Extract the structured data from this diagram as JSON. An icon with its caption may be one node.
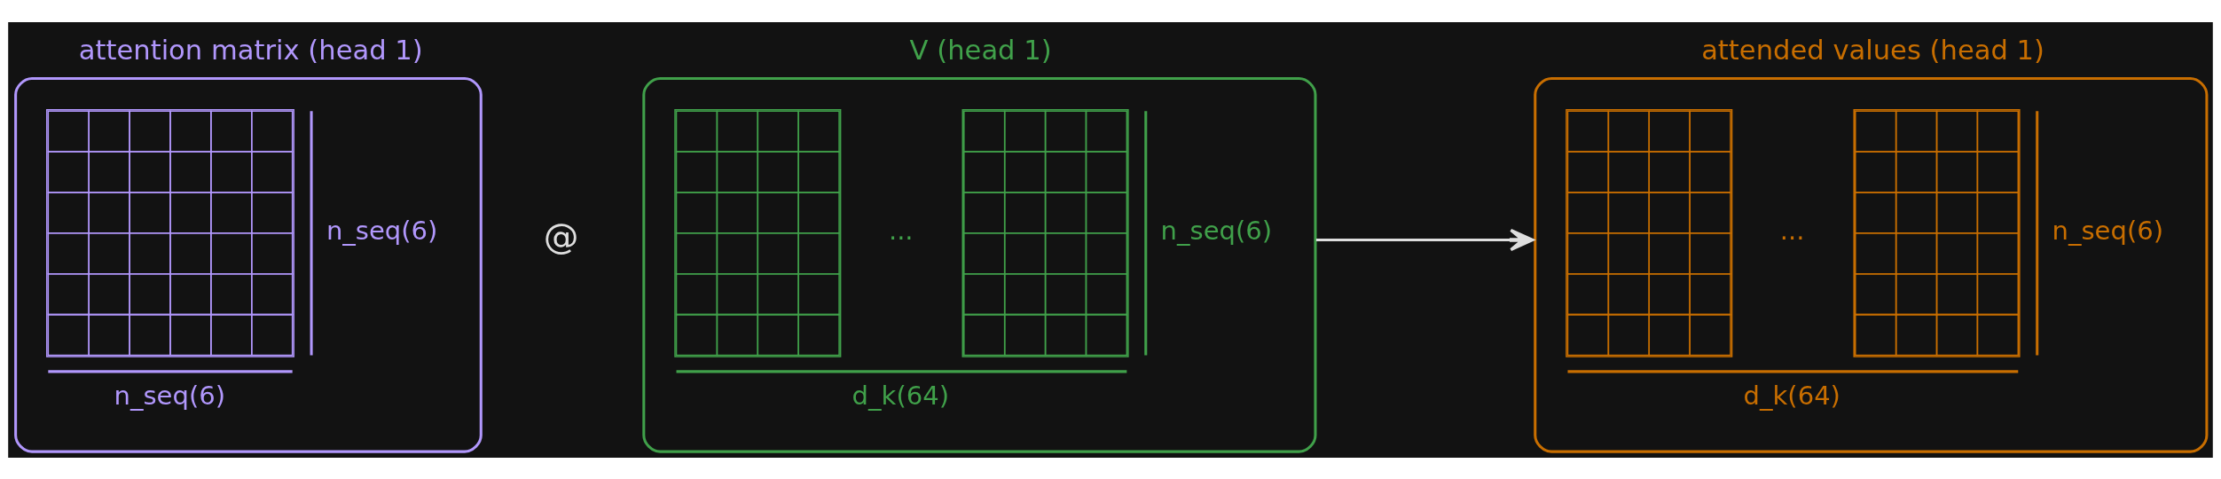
{
  "diagram": {
    "nodes": [
      {
        "text": [
          "attention matrix (head 1)",
          "n_seq(6)",
          "n_seq(6)"
        ]
      },
      {
        "text": [
          "V (head 1)",
          "...",
          "n_seq(6)",
          "d_k(64)"
        ]
      },
      {
        "text": [
          "attended values (head 1)",
          "...",
          "n_seq(6)",
          "d_k(64)"
        ]
      }
    ],
    "edges": [
      {
        "from": 1,
        "to": 2,
        "arrow": "to"
      }
    ],
    "labels": [
      "@"
    ]
  }
}
